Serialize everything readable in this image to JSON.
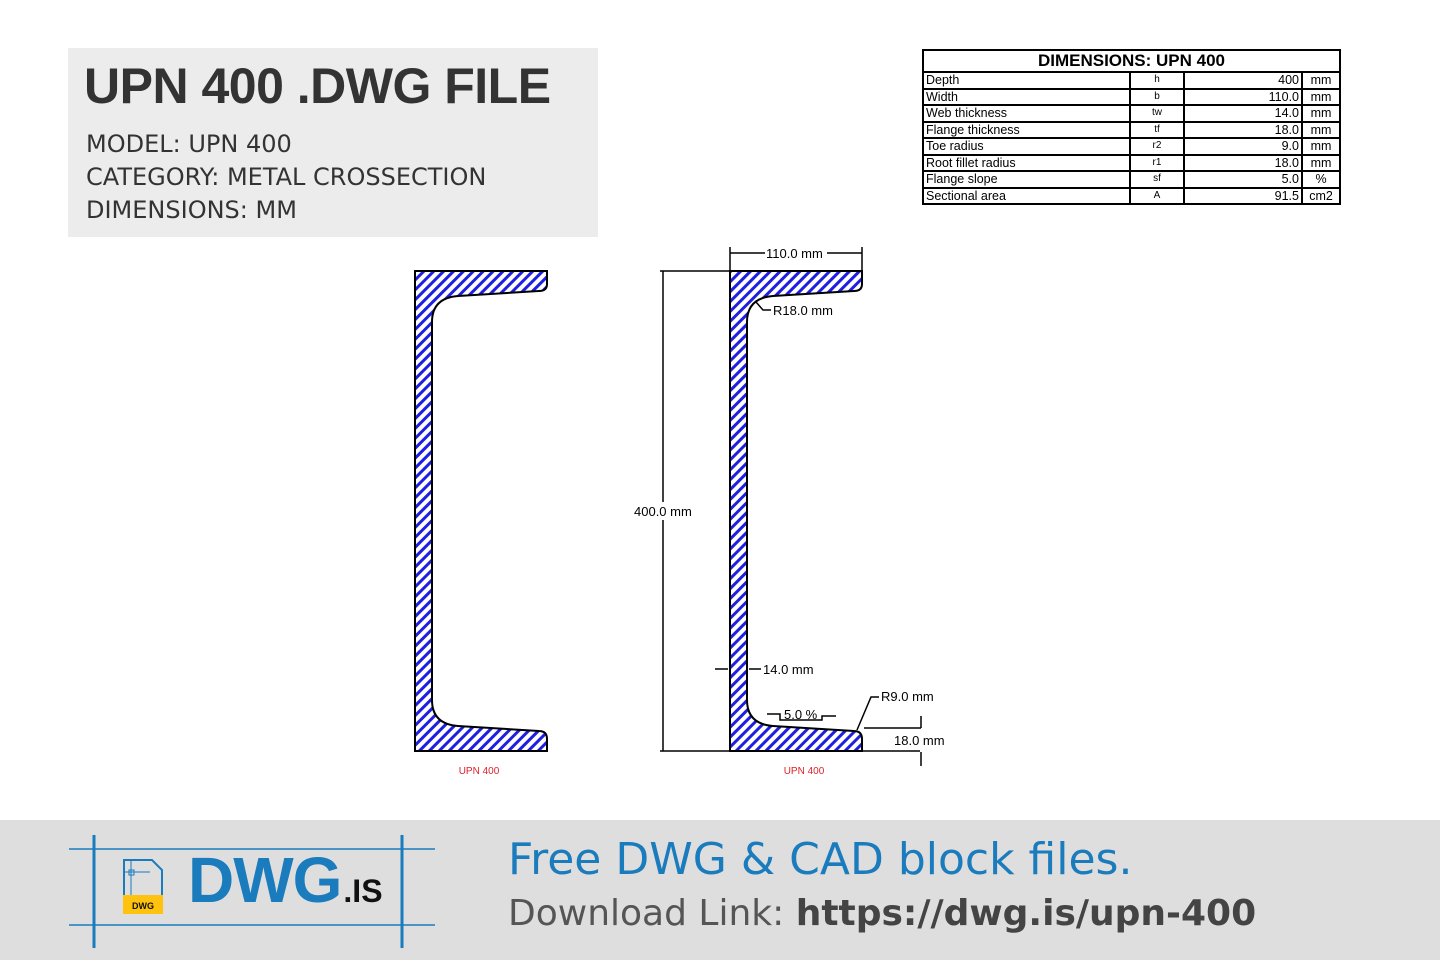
{
  "header": {
    "title": "UPN 400 .DWG FILE",
    "model": "MODEL:  UPN 400",
    "category": "CATEGORY:  METAL CROSSECTION",
    "dimensions": "DIMENSIONS:  MM"
  },
  "table": {
    "title": "DIMENSIONS: UPN 400",
    "rows": [
      {
        "name": "Depth",
        "symbol": "h",
        "value": "400",
        "unit": "mm"
      },
      {
        "name": "Width",
        "symbol": "b",
        "value": "110.0",
        "unit": "mm"
      },
      {
        "name": "Web thickness",
        "symbol": "tw",
        "value": "14.0",
        "unit": "mm"
      },
      {
        "name": "Flange thickness",
        "symbol": "tf",
        "value": "18.0",
        "unit": "mm"
      },
      {
        "name": "Toe radius",
        "symbol": "r2",
        "value": "9.0",
        "unit": "mm"
      },
      {
        "name": "Root fillet radius",
        "symbol": "r1",
        "value": "18.0",
        "unit": "mm"
      },
      {
        "name": "Flange slope",
        "symbol": "sf",
        "value": "5.0",
        "unit": "%"
      },
      {
        "name": "Sectional area",
        "symbol": "A",
        "value": "91.5",
        "unit": "cm2"
      }
    ]
  },
  "drawing": {
    "left_label": "UPN 400",
    "right_label": "UPN 400",
    "width_dim": "110.0 mm",
    "depth_dim": "400.0 mm",
    "root_radius": "R18.0 mm",
    "web_dim": "14.0 mm",
    "toe_radius": "R9.0 mm",
    "slope": "5.0 %",
    "flange_dim": "18.0 mm",
    "hatch_color": "#1f1fe0",
    "label_color": "#e0202a"
  },
  "footer": {
    "logo_main": "DWG",
    "logo_suffix": ".IS",
    "logo_badge": "DWG",
    "tagline": "Free DWG & CAD block files.",
    "download_prefix": "Download Link: ",
    "download_url": "https://dwg.is/upn-400",
    "brand_color": "#1a7bbd"
  }
}
